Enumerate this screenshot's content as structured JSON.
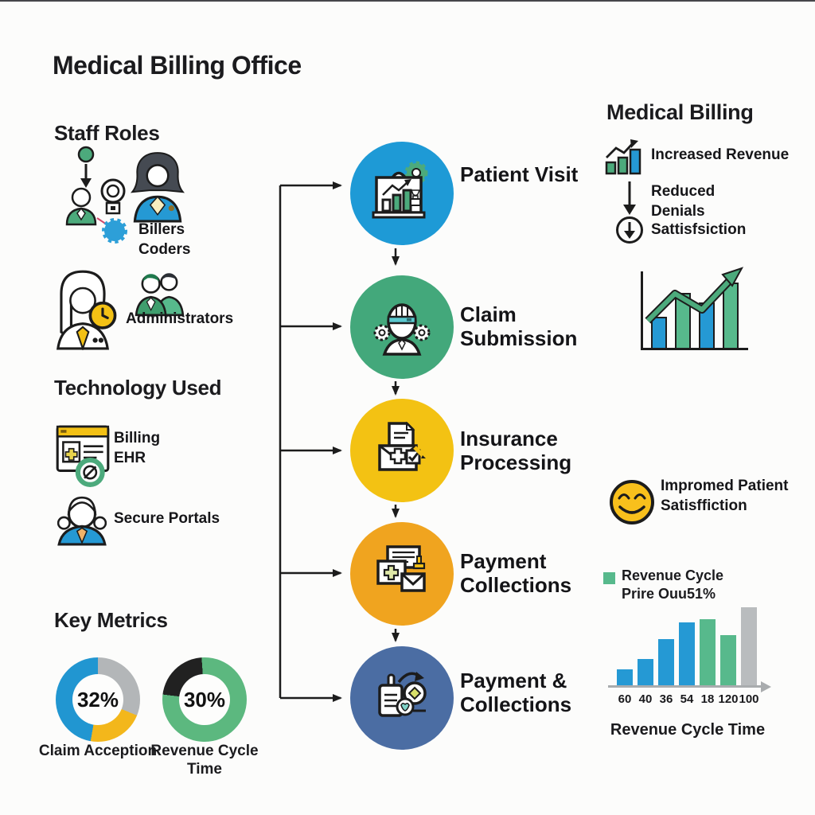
{
  "title": "Medical Billing Office",
  "staff_roles": {
    "heading": "Staff Roles",
    "billers_coders": "Billers\nCoders",
    "administrators": "Administrators"
  },
  "technology": {
    "heading": "Technology Used",
    "billing_ehr": "Billing\nEHR",
    "secure_portals": "Secure Portals"
  },
  "key_metrics": {
    "heading": "Key Metrics",
    "donut1_value": "32%",
    "donut1_label": "Claim Acception",
    "donut2_value": "30%",
    "donut2_label": "Revenue Cycle\nTime"
  },
  "flow": {
    "steps": [
      {
        "label": "Patient Visit",
        "color": "#1e9ad6",
        "icon": "clipboard-chart-icon"
      },
      {
        "label": "Claim\nSubmission",
        "color": "#43a87b",
        "icon": "coder-head-icon"
      },
      {
        "label": "Insurance\nProcessing",
        "color": "#f3c213",
        "icon": "envelope-document-icon"
      },
      {
        "label": "Payment\nCollections",
        "color": "#f0a41f",
        "icon": "documents-envelope-icon"
      },
      {
        "label": "Payment &\nCollections",
        "color": "#4b6da3",
        "icon": "tag-sync-icon"
      }
    ]
  },
  "benefits": {
    "heading": "Medical Billing",
    "increased_revenue": "Increased Revenue",
    "reduced_denials": "Reduced\nDenials",
    "satisfaction": "Sattisfsiction",
    "improved_patient": "Impromed Patient\nSatisffiction",
    "legend": "Revenue Cycle\nPrire Ouu51%",
    "cycle_title": "Revenue Cycle Time"
  },
  "colors": {
    "blue": "#2196d1",
    "green": "#57b98c",
    "yellow": "#f3b71b",
    "orange": "#f0a41f",
    "gray": "#b3b6b8",
    "dark_blue": "#4b6da3",
    "black": "#212121",
    "smiley_yellow": "#f8c01c"
  },
  "chart_data": [
    {
      "type": "pie",
      "subtype": "donut",
      "title": "Claim Acception",
      "center_label": "32%",
      "slices": [
        {
          "color": "#b3b6b8",
          "from": 0,
          "to": 112
        },
        {
          "color": "#f3b71b",
          "from": 112,
          "to": 190
        },
        {
          "color": "#2196d1",
          "from": 190,
          "to": 360
        }
      ]
    },
    {
      "type": "pie",
      "subtype": "donut",
      "title": "Revenue Cycle Time",
      "center_label": "30%",
      "slices": [
        {
          "color": "#5cb87f",
          "from": 0,
          "to": 277
        },
        {
          "color": "#212121",
          "from": 277,
          "to": 356
        },
        {
          "color": "#5cb87f",
          "from": 356,
          "to": 360
        }
      ]
    },
    {
      "type": "bar",
      "name": "growth-trend",
      "title": "",
      "values": [
        39,
        69,
        57,
        82
      ],
      "colors": [
        "#2599d4",
        "#57b98c",
        "#2599d4",
        "#57b98c"
      ],
      "note": "bar chart with rising green trend arrow, no labels"
    },
    {
      "type": "bar",
      "name": "revenue-cycle-time",
      "title": "Revenue Cycle Time",
      "categories": [
        "60",
        "40",
        "36",
        "54",
        "18",
        "120",
        "100"
      ],
      "values": [
        21,
        34,
        59,
        80,
        84,
        64,
        99
      ],
      "colors": [
        "#2599d4",
        "#2599d4",
        "#2599d4",
        "#2599d4",
        "#57b98c",
        "#57b98c",
        "#b9bcbe"
      ]
    }
  ]
}
